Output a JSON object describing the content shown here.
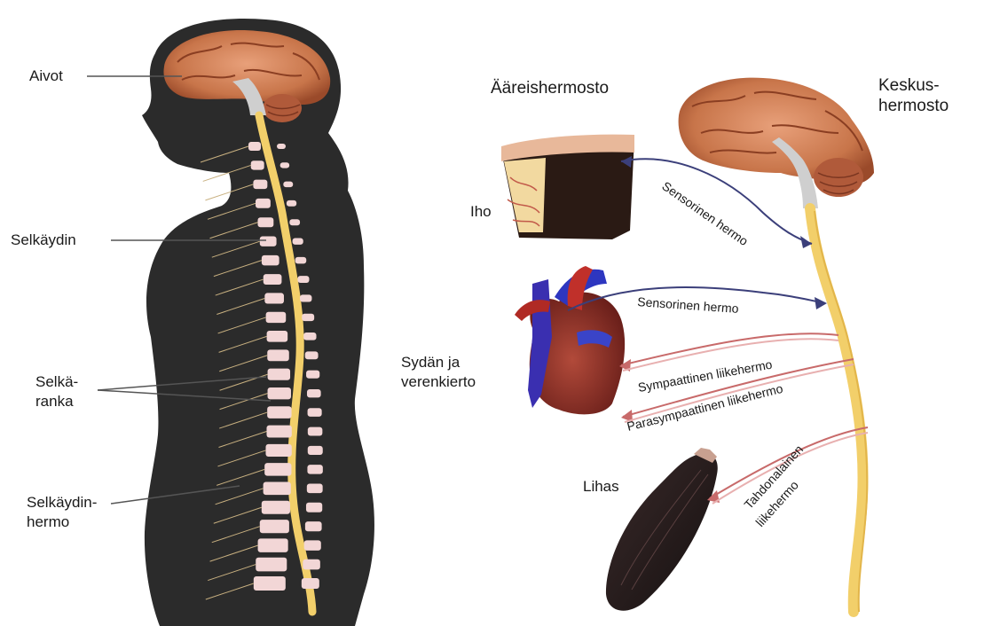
{
  "left_figure": {
    "labels": {
      "brain": "Aivot",
      "spinal_cord": "Selkäydin",
      "spine_line1": "Selkä-",
      "spine_line2": "ranka",
      "spinal_nerve_line1": "Selkäydin-",
      "spinal_nerve_line2": "hermo"
    }
  },
  "right_figure": {
    "headings": {
      "peripheral": "Ääreishermosto",
      "central_line1": "Keskus-",
      "central_line2": "hermosto"
    },
    "organs": {
      "skin": "Iho",
      "heart_line1": "Sydän ja",
      "heart_line2": "verenkierto",
      "muscle": "Lihas"
    },
    "nerves": {
      "sensory_skin": "Sensorinen hermo",
      "sensory_heart": "Sensorinen hermo",
      "sympathetic": "Sympaattinen liikehermo",
      "parasympathetic": "Parasympaattinen liikehermo",
      "voluntary_line1": "Tahdonalainen",
      "voluntary_line2": "liikehermo"
    }
  },
  "colors": {
    "body_silhouette": "#2a2a2a",
    "brain": "#c8754a",
    "spinal_cord": "#f2cf6a",
    "vertebrae": "#f2d6d6",
    "sensory_nerve": "#3b3f7a",
    "motor_nerve": "#c86a6a"
  }
}
